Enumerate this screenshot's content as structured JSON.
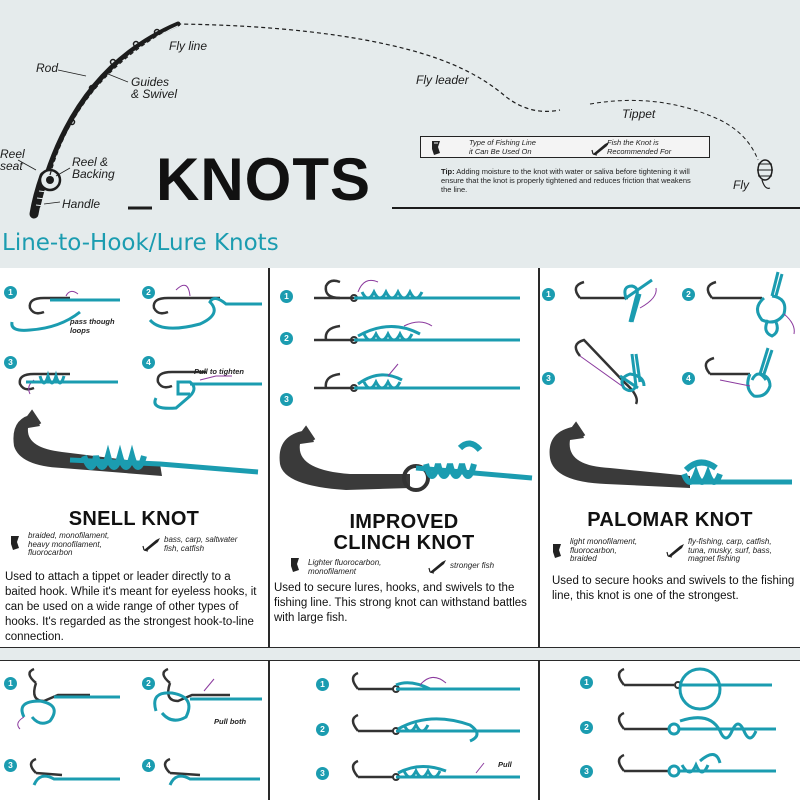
{
  "header": {
    "title": "KNOTS",
    "labels": {
      "rod": "Rod",
      "guides": "Guides\n& Swivel",
      "fly_line": "Fly line",
      "fly_leader": "Fly leader",
      "tippet": "Tippet",
      "fly": "Fly",
      "reel_seat": "Reel\nseat",
      "reel_backing": "Reel &\nBacking",
      "handle": "Handle"
    },
    "legend": {
      "line_type": "Type of Fishing Line\nit Can Be Used On",
      "fish": "Fish the Knot is\nRecommended For"
    },
    "tip_label": "Tip:",
    "tip_text": "Adding moisture to the knot with water or saliva before tightening it will ensure that the knot is properly tightened and reduces friction that weakens the line."
  },
  "section_title": "Line-to-Hook/Lure Knots",
  "colors": {
    "accent": "#1b9cb0",
    "line": "#1b9cb0",
    "annotation": "#8b3a9e",
    "hook": "#333333"
  },
  "knots": [
    {
      "title": "SNELL KNOT",
      "lines": "braided, monofilament,\nheavy monofilament,\nfluorocarbon",
      "fish": "bass, carp, saltwater\nfish, catfish",
      "description": "Used to attach a tippet or leader directly to a baited hook. While it's meant for eyeless hooks, it can be used on a wide range of other types of hooks. It's regarded as the strongest hook-to-line connection.",
      "steps": [
        "1",
        "2",
        "3",
        "4"
      ],
      "annotations": [
        "pass though\nloops",
        "Pull to tighten"
      ]
    },
    {
      "title": "IMPROVED\nCLINCH KNOT",
      "lines": "Lighter fluorocarbon,\nmonofilament",
      "fish": "stronger fish",
      "description": "Used to secure lures, hooks, and swivels to the fishing line. This strong knot can withstand battles with large fish.",
      "steps": [
        "1",
        "2",
        "3"
      ]
    },
    {
      "title": "PALOMAR KNOT",
      "lines": "light monofilament,\nfluorocarbon,\nbraided",
      "fish": "fly-fishing, carp, catfish,\ntuna, musky, surf, bass,\nmagnet fishing",
      "description": "Used to secure hooks and swivels to the fishing line, this knot is one of the strongest.",
      "steps": [
        "1",
        "2",
        "3",
        "4"
      ]
    }
  ],
  "bottom": {
    "left_steps": [
      "1",
      "2",
      "3",
      "4"
    ],
    "left_annotation": "Pull both",
    "middle_steps": [
      "1",
      "2",
      "3"
    ],
    "middle_annotation": "Pull",
    "right_steps": [
      "1",
      "2",
      "3"
    ]
  }
}
